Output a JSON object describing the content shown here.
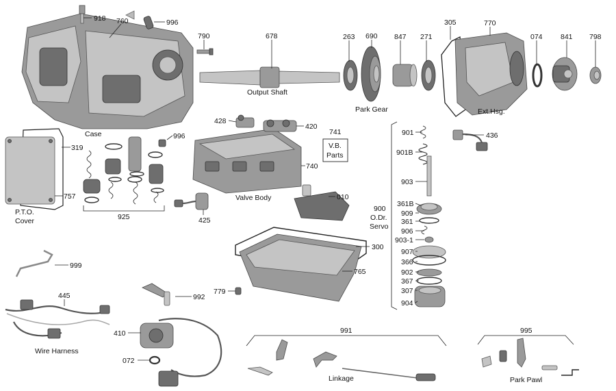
{
  "labels": {
    "p918": "918",
    "p760": "760",
    "p996a": "996",
    "p790": "790",
    "p678": "678",
    "p263": "263",
    "p690": "690",
    "p847": "847",
    "p271": "271",
    "p305": "305",
    "p770": "770",
    "p074": "074",
    "p841": "841",
    "p798": "798",
    "p428": "428",
    "p420": "420",
    "p741": "741",
    "p996b": "996",
    "p319": "319",
    "p740": "740",
    "p757": "757",
    "p925": "925",
    "p425": "425",
    "p010": "010",
    "p901": "901",
    "p901b": "901B",
    "p436": "436",
    "p903": "903",
    "p900": "900",
    "p361b": "361B",
    "p909": "909",
    "p361": "361",
    "p906": "906",
    "p903_1": "903-1",
    "p907": "907",
    "p366": "366",
    "p902": "902",
    "p367": "367",
    "p307": "307",
    "p904": "904",
    "p300": "300",
    "p765": "765",
    "p779": "779",
    "p999": "999",
    "p445": "445",
    "p992": "992",
    "p410": "410",
    "p072": "072",
    "p991": "991",
    "p995": "995"
  },
  "captions": {
    "case": "Case",
    "output_shaft": "Output Shaft",
    "park_gear": "Park Gear",
    "ext_hsg": "Ext.Hsg.",
    "valve_body": "Valve Body",
    "vb_parts_1": "V.B.",
    "vb_parts_2": "Parts",
    "pto_cover_1": "P.T.O.",
    "pto_cover_2": "Cover",
    "odr_servo_1": "O.Dr.",
    "odr_servo_2": "Servo",
    "wire_harness": "Wire Harness",
    "linkage": "Linkage",
    "park_pawl": "Park Pawl"
  }
}
